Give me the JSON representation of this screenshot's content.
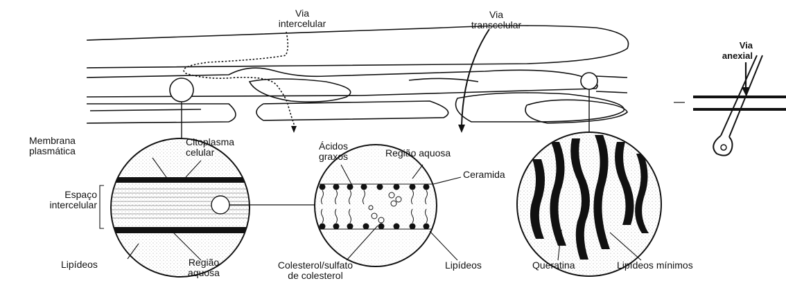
{
  "labels": {
    "via_intercelular": "Via\nintercelular",
    "via_transcelular": "Via\ntranscelular",
    "via_anexial": "Via\nanexial",
    "membrana_plasmatica": "Membrana\nplasmática",
    "citoplasma_celular": "Citoplasma\ncelular",
    "espaco_intercelular": "Espaço\nintercelular",
    "lipideos_left": "Lipídeos",
    "regiao_aquosa_left": "Região\naquosa",
    "acidos_graxos": "Ácidos\ngraxos",
    "regiao_aquosa_mid": "Região aquosa",
    "ceramida": "Ceramida",
    "colesterol": "Colesterol/sulfato\nde colesterol",
    "lipideos_mid": "Lipídeos",
    "queratina": "Queratina",
    "lipideos_minimos": "Lipídeos mínimos"
  }
}
